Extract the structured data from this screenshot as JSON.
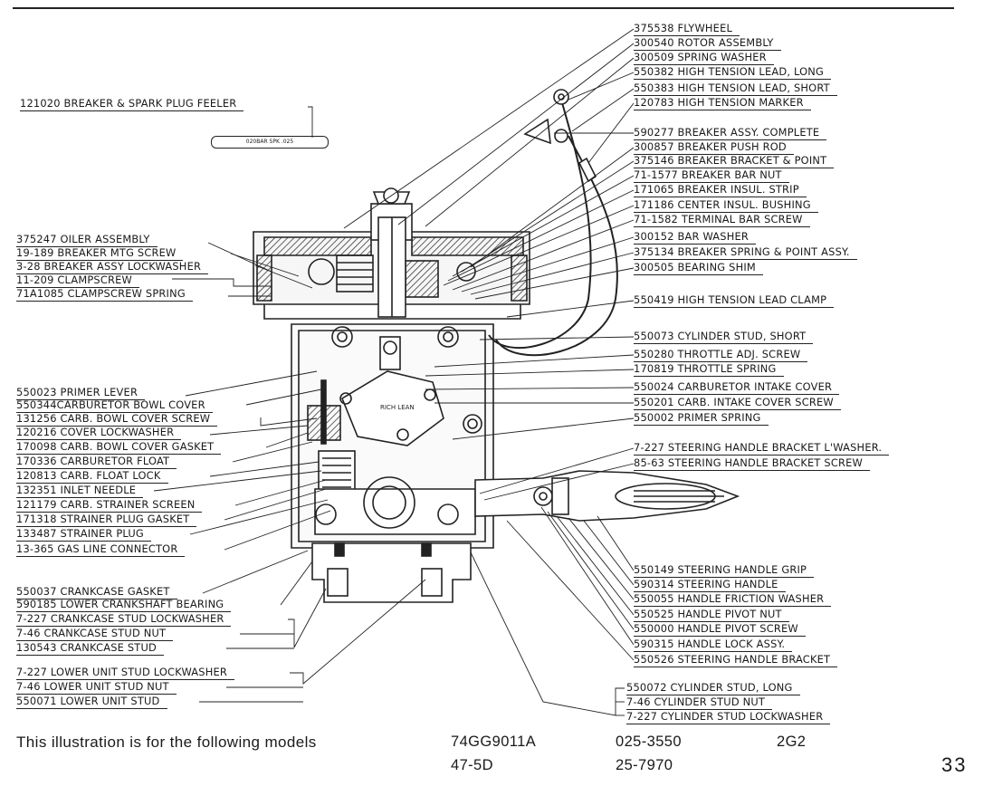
{
  "labels_left": [
    {
      "id": "l-121020",
      "text": "121020 BREAKER & SPARK PLUG FEELER"
    },
    {
      "id": "l-375247",
      "text": "375247 OILER ASSEMBLY"
    },
    {
      "id": "l-19-189",
      "text": "19-189 BREAKER MTG SCREW"
    },
    {
      "id": "l-3-28",
      "text": "3-28 BREAKER ASSY LOCKWASHER"
    },
    {
      "id": "l-11-209",
      "text": "11-209 CLAMPSCREW"
    },
    {
      "id": "l-71a1085",
      "text": "71A1085 CLAMPSCREW SPRING"
    },
    {
      "id": "l-550023",
      "text": "550023 PRIMER LEVER"
    },
    {
      "id": "l-550344",
      "text": "550344CARBURETOR BOWL COVER"
    },
    {
      "id": "l-131256",
      "text": "131256 CARB. BOWL COVER SCREW"
    },
    {
      "id": "l-120216",
      "text": "120216 COVER LOCKWASHER"
    },
    {
      "id": "l-170098",
      "text": "170098 CARB. BOWL COVER GASKET"
    },
    {
      "id": "l-170336",
      "text": "170336 CARBURETOR FLOAT"
    },
    {
      "id": "l-120813",
      "text": "120813 CARB. FLOAT LOCK"
    },
    {
      "id": "l-132351",
      "text": "132351 INLET NEEDLE"
    },
    {
      "id": "l-121179",
      "text": "121179 CARB. STRAINER SCREEN"
    },
    {
      "id": "l-171318",
      "text": "171318 STRAINER PLUG GASKET"
    },
    {
      "id": "l-133487",
      "text": "133487 STRAINER PLUG"
    },
    {
      "id": "l-13-365",
      "text": "13-365 GAS LINE CONNECTOR"
    },
    {
      "id": "l-550037",
      "text": "550037 CRANKCASE GASKET"
    },
    {
      "id": "l-590185",
      "text": "590185 LOWER CRANKSHAFT BEARING"
    },
    {
      "id": "l-7-227a",
      "text": "7-227 CRANKCASE STUD LOCKWASHER"
    },
    {
      "id": "l-7-46a",
      "text": "7-46 CRANKCASE STUD NUT"
    },
    {
      "id": "l-130543",
      "text": "130543 CRANKCASE STUD"
    },
    {
      "id": "l-7-227b",
      "text": "7-227 LOWER UNIT STUD LOCKWASHER"
    },
    {
      "id": "l-7-46b",
      "text": "7-46 LOWER UNIT STUD NUT"
    },
    {
      "id": "l-550071",
      "text": "550071 LOWER UNIT STUD"
    }
  ],
  "labels_right": [
    {
      "id": "r-375538",
      "text": "375538 FLYWHEEL"
    },
    {
      "id": "r-300540",
      "text": "300540 ROTOR ASSEMBLY"
    },
    {
      "id": "r-300509",
      "text": "300509 SPRING WASHER"
    },
    {
      "id": "r-550382",
      "text": "550382 HIGH TENSION LEAD, LONG"
    },
    {
      "id": "r-550383",
      "text": "550383 HIGH TENSION LEAD, SHORT"
    },
    {
      "id": "r-120783",
      "text": "120783 HIGH TENSION MARKER"
    },
    {
      "id": "r-590277",
      "text": "590277 BREAKER ASSY. COMPLETE"
    },
    {
      "id": "r-300857",
      "text": "300857 BREAKER PUSH ROD"
    },
    {
      "id": "r-375146",
      "text": "375146 BREAKER BRACKET & POINT"
    },
    {
      "id": "r-71-1577",
      "text": "71-1577 BREAKER BAR NUT"
    },
    {
      "id": "r-171065",
      "text": "171065 BREAKER INSUL. STRIP"
    },
    {
      "id": "r-171186",
      "text": "171186 CENTER INSUL. BUSHING"
    },
    {
      "id": "r-71-1582",
      "text": "71-1582 TERMINAL BAR SCREW"
    },
    {
      "id": "r-300152",
      "text": "300152 BAR WASHER"
    },
    {
      "id": "r-375134",
      "text": "375134 BREAKER SPRING & POINT ASSY."
    },
    {
      "id": "r-300505",
      "text": "300505 BEARING SHIM"
    },
    {
      "id": "r-550419",
      "text": "550419 HIGH TENSION LEAD CLAMP"
    },
    {
      "id": "r-550073",
      "text": "550073 CYLINDER STUD, SHORT"
    },
    {
      "id": "r-550280",
      "text": "550280 THROTTLE ADJ. SCREW"
    },
    {
      "id": "r-170819",
      "text": "170819 THROTTLE SPRING"
    },
    {
      "id": "r-550024",
      "text": "550024 CARBURETOR INTAKE COVER"
    },
    {
      "id": "r-550201",
      "text": "550201 CARB. INTAKE COVER SCREW"
    },
    {
      "id": "r-550002",
      "text": "550002 PRIMER SPRING"
    },
    {
      "id": "r-7-227c",
      "text": "7-227 STEERING HANDLE BRACKET L'WASHER."
    },
    {
      "id": "r-85-63",
      "text": "85-63 STEERING HANDLE BRACKET SCREW"
    },
    {
      "id": "r-550149",
      "text": "550149 STEERING HANDLE GRIP"
    },
    {
      "id": "r-590314",
      "text": "590314 STEERING HANDLE"
    },
    {
      "id": "r-550055",
      "text": "550055 HANDLE FRICTION WASHER"
    },
    {
      "id": "r-550525",
      "text": "550525 HANDLE PIVOT NUT"
    },
    {
      "id": "r-550000",
      "text": "550000 HANDLE PIVOT SCREW"
    },
    {
      "id": "r-590315",
      "text": "590315 HANDLE LOCK ASSY."
    },
    {
      "id": "r-550526",
      "text": "550526 STEERING HANDLE BRACKET"
    },
    {
      "id": "r-550072",
      "text": "550072 CYLINDER STUD, LONG"
    },
    {
      "id": "r-7-46c",
      "text": "7-46 CYLINDER STUD NUT"
    },
    {
      "id": "r-7-227d",
      "text": "7-227 CYLINDER STUD LOCKWASHER"
    }
  ],
  "drawing_text": {
    "feeler_text": "020BAR  SPK .025",
    "carb_text": "RICH  LEAN"
  },
  "footer": {
    "models_title": "This illustration is for the following models",
    "models": [
      "74GG9011A",
      "47-5D",
      "025-3550",
      "25-7970",
      "2G2"
    ],
    "page_number": "33"
  }
}
